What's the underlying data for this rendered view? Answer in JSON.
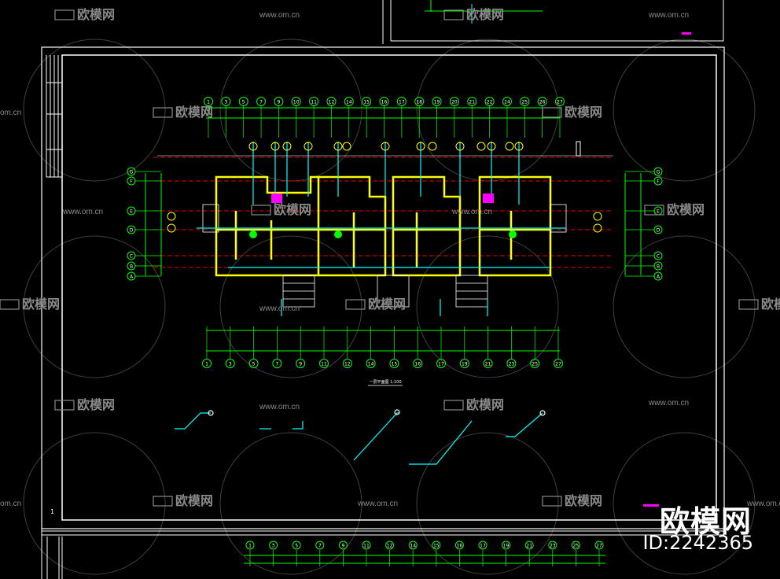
{
  "watermark": {
    "brand": "欧模网",
    "site": "www.om.cn",
    "site_partial": "om.cn"
  },
  "logo": {
    "text": "欧模网",
    "id_text": "ID:2242365"
  },
  "drawing": {
    "axis_labels_top": [
      "1",
      "3",
      "5",
      "7",
      "9",
      "10",
      "11",
      "12",
      "14",
      "15",
      "16",
      "17",
      "18",
      "19",
      "20",
      "21",
      "22",
      "24",
      "25",
      "26",
      "27"
    ],
    "axis_labels_bottom": [
      "1",
      "3",
      "5",
      "7",
      "9",
      "11",
      "12",
      "14",
      "15",
      "16",
      "17",
      "19",
      "21",
      "23",
      "25",
      "27"
    ],
    "axis_labels_side": [
      "G",
      "F",
      "E",
      "D",
      "C",
      "B",
      "A"
    ],
    "plan_title": "一层平面图 1:100",
    "page_number": "1",
    "colors": {
      "frame": "#ffffff",
      "wall": "#ffff00",
      "dim": "#00ff00",
      "axis": "#ff0000",
      "pipe": "#00ffff",
      "accent": "#ff00ff",
      "watermark": "#8a8a8a"
    }
  }
}
